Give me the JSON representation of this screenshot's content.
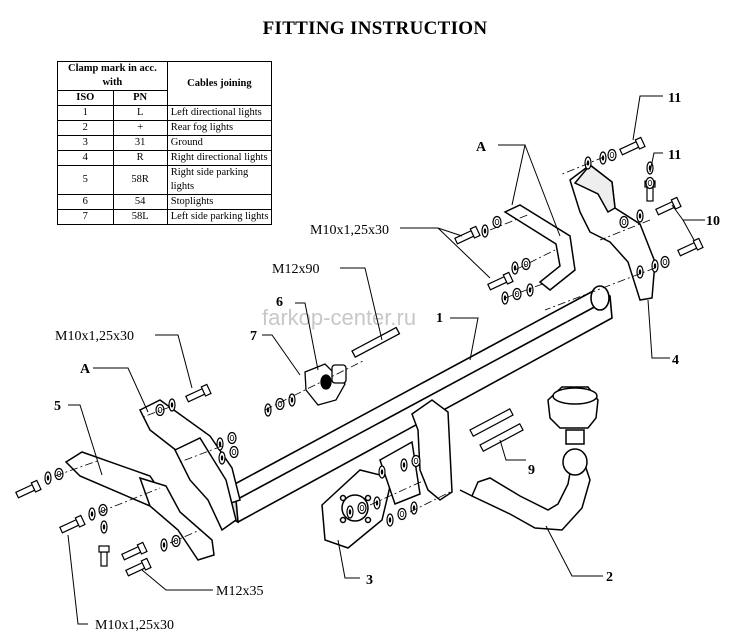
{
  "title": "FITTING INSTRUCTION",
  "table": {
    "header_clamp": "Clamp mark in acc. with",
    "header_cables": "Cables joining",
    "col_iso": "ISO",
    "col_pn": "PN",
    "rows": [
      {
        "iso": "1",
        "pn": "L",
        "desc": "Left directional lights"
      },
      {
        "iso": "2",
        "pn": "+",
        "desc": "Rear fog lights"
      },
      {
        "iso": "3",
        "pn": "31",
        "desc": "Ground"
      },
      {
        "iso": "4",
        "pn": "R",
        "desc": "Right directional lights"
      },
      {
        "iso": "5",
        "pn": "58R",
        "desc": "Right side parking lights"
      },
      {
        "iso": "6",
        "pn": "54",
        "desc": "Stoplights"
      },
      {
        "iso": "7",
        "pn": "58L",
        "desc": "Left side parking lights"
      }
    ]
  },
  "watermark": "farkop-center.ru",
  "labels": {
    "p1": "1",
    "p2": "2",
    "p3": "3",
    "p4": "4",
    "p5": "5",
    "p6": "6",
    "p7": "7",
    "p9": "9",
    "p10": "10",
    "p11a": "11",
    "p11b": "11",
    "a_right": "A",
    "a_left": "A",
    "bolt_right": "M10x1,25x30",
    "bolt_left": "M10x1,25x30",
    "bolt_bottom": "M10x1,25x30",
    "m12x90": "M12x90",
    "m12x35": "M12x35"
  }
}
